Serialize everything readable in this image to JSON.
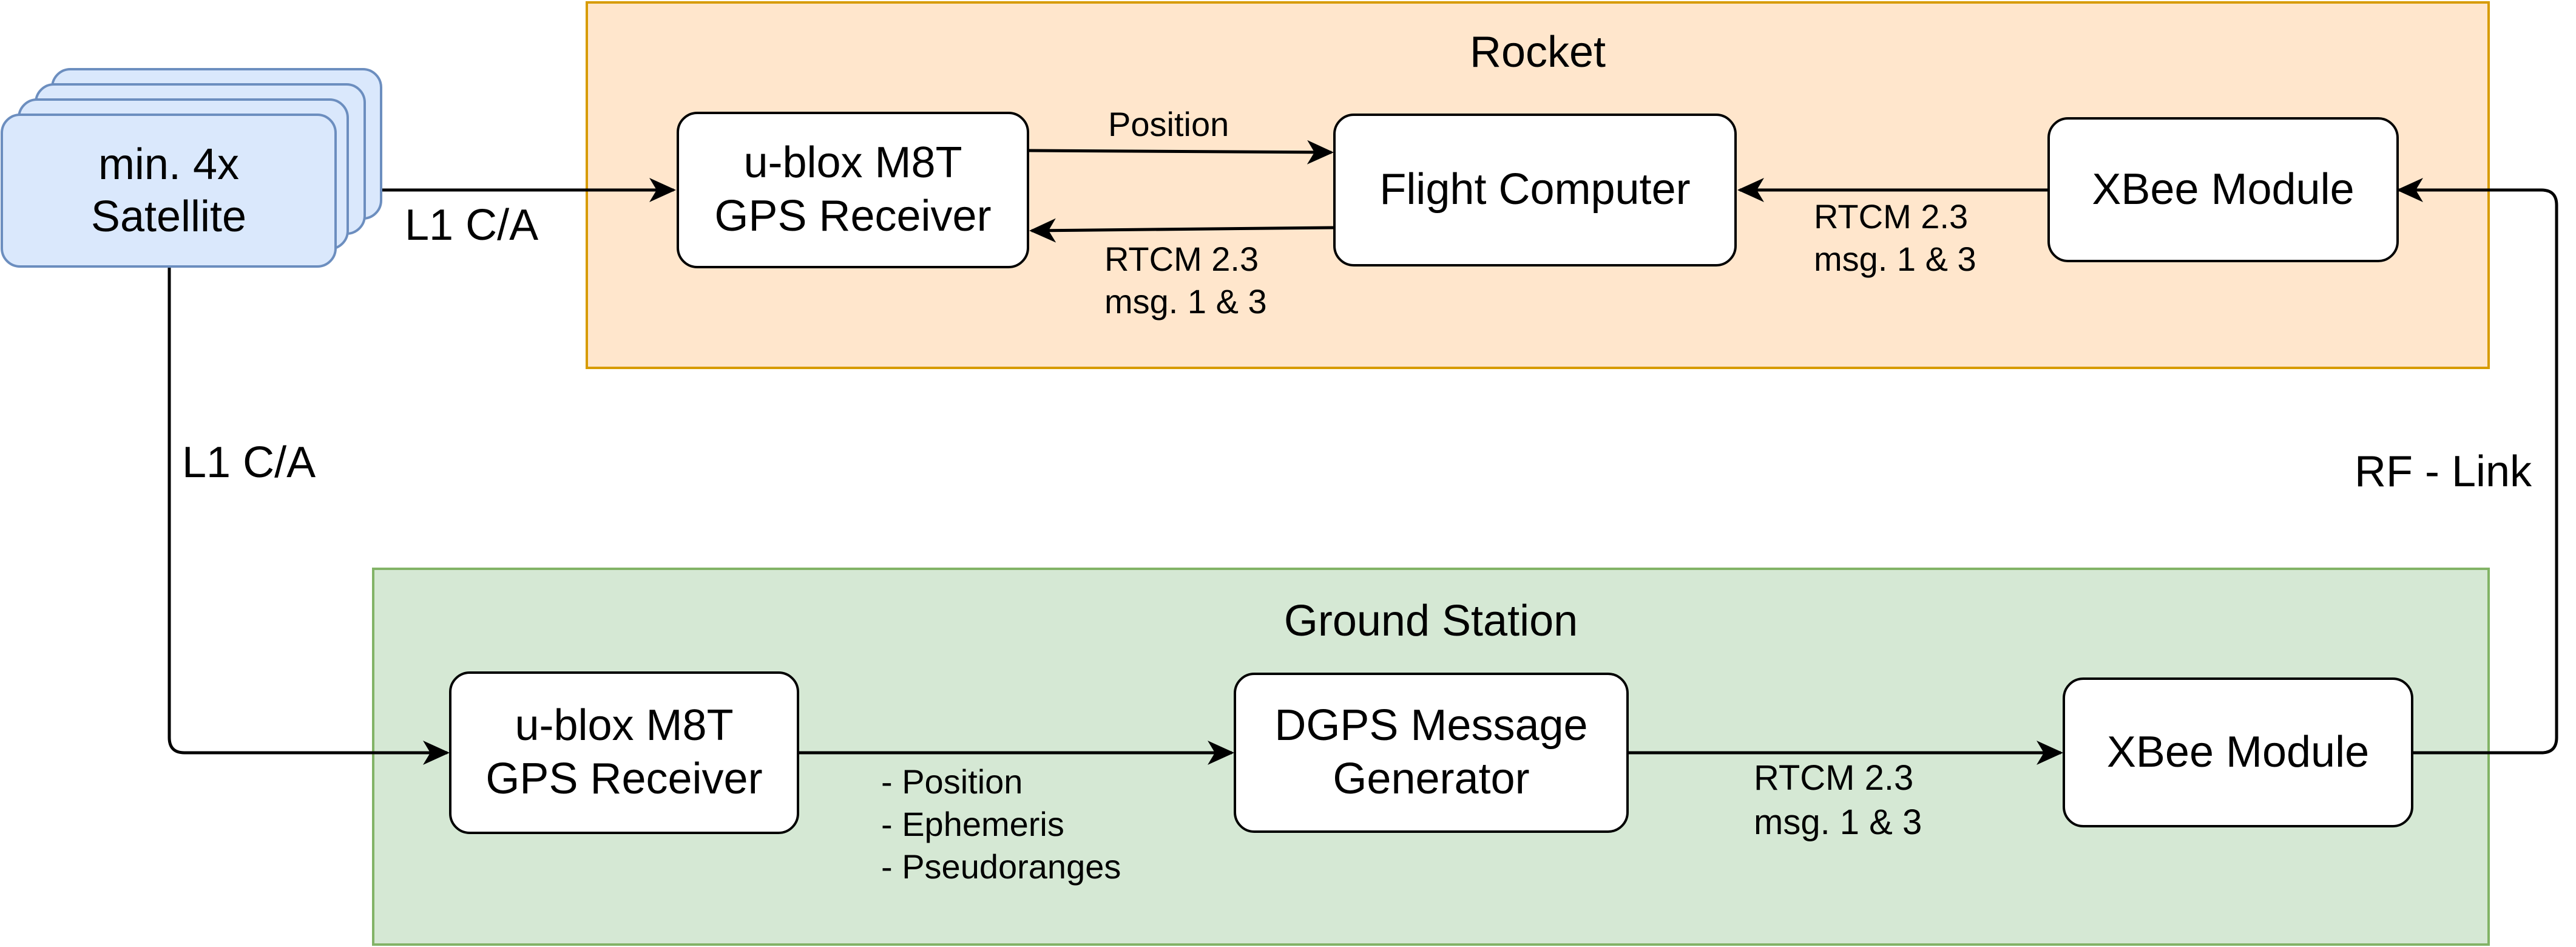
{
  "satellite": {
    "label_line1": "min. 4x",
    "label_line2": "Satellite"
  },
  "rocket": {
    "title": "Rocket",
    "gps_receiver": {
      "line1": "u-blox M8T",
      "line2": "GPS Receiver"
    },
    "flight_computer": {
      "label": "Flight Computer"
    },
    "xbee": {
      "label": "XBee Module"
    }
  },
  "ground": {
    "title": "Ground Station",
    "gps_receiver": {
      "line1": "u-blox M8T",
      "line2": "GPS Receiver"
    },
    "dgps": {
      "line1": "DGPS Message",
      "line2": "Generator"
    },
    "xbee": {
      "label": "XBee Module"
    }
  },
  "edges": {
    "sat_to_rocket_gps": "L1 C/A",
    "sat_to_ground_gps": "L1 C/A",
    "rocket_gps_to_fc": "Position",
    "fc_to_rocket_gps": {
      "line1": "RTCM 2.3",
      "line2": "msg. 1 & 3"
    },
    "xbee_to_fc": {
      "line1": "RTCM 2.3",
      "line2": "msg. 1 & 3"
    },
    "ground_gps_to_dgps": {
      "line1": "- Position",
      "line2": "- Ephemeris",
      "line3": "- Pseudoranges"
    },
    "dgps_to_xbee": {
      "line1": "RTCM 2.3",
      "line2": "msg. 1 & 3"
    },
    "rf_link": "RF - Link"
  },
  "colors": {
    "rocket_fill": "#ffe6cc",
    "rocket_stroke": "#d79b00",
    "ground_fill": "#d5e8d4",
    "ground_stroke": "#82b366",
    "satellite_fill": "#dae8fc",
    "satellite_stroke": "#6c8ebf"
  }
}
